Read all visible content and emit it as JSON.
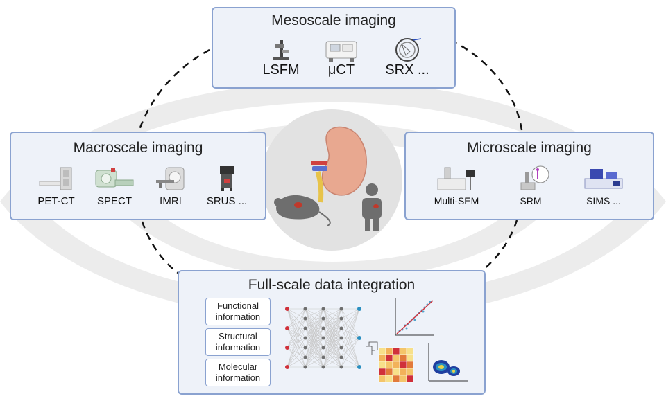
{
  "mesoscale": {
    "title": "Mesoscale imaging",
    "items": [
      {
        "label": "LSFM",
        "icon": "light-sheet-microscope-icon"
      },
      {
        "label": "μCT",
        "icon": "micro-ct-scanner-icon"
      },
      {
        "label": "SRX ...",
        "icon": "synchrotron-ring-icon"
      }
    ]
  },
  "macroscale": {
    "title": "Macroscale imaging",
    "items": [
      {
        "label": "PET-CT",
        "icon": "pet-ct-scanner-icon"
      },
      {
        "label": "SPECT",
        "icon": "spect-scanner-icon"
      },
      {
        "label": "fMRI",
        "icon": "mri-scanner-icon"
      },
      {
        "label": "SRUS ...",
        "icon": "ultrasound-machine-icon"
      }
    ]
  },
  "microscale": {
    "title": "Microscale imaging",
    "items": [
      {
        "label": "Multi-SEM",
        "icon": "electron-microscope-icon"
      },
      {
        "label": "SRM",
        "icon": "super-resolution-microscope-icon"
      },
      {
        "label": "SIMS ...",
        "icon": "mass-spectrometer-icon"
      }
    ]
  },
  "integration": {
    "title": "Full-scale data integration",
    "info": [
      {
        "line1": "Functional",
        "line2": "information"
      },
      {
        "line1": "Structural",
        "line2": "information"
      },
      {
        "line1": "Molecular",
        "line2": "information"
      }
    ]
  },
  "center": {
    "icons": [
      "kidney-icon",
      "mouse-icon",
      "human-icon"
    ]
  },
  "colors": {
    "box_fill": "#eef2f9",
    "box_border": "#8aa2d0",
    "eye_gray": "#e6e6e6",
    "kidney": "#e8a890",
    "accent_red": "#d0303a",
    "accent_blue": "#2a8fc0"
  }
}
